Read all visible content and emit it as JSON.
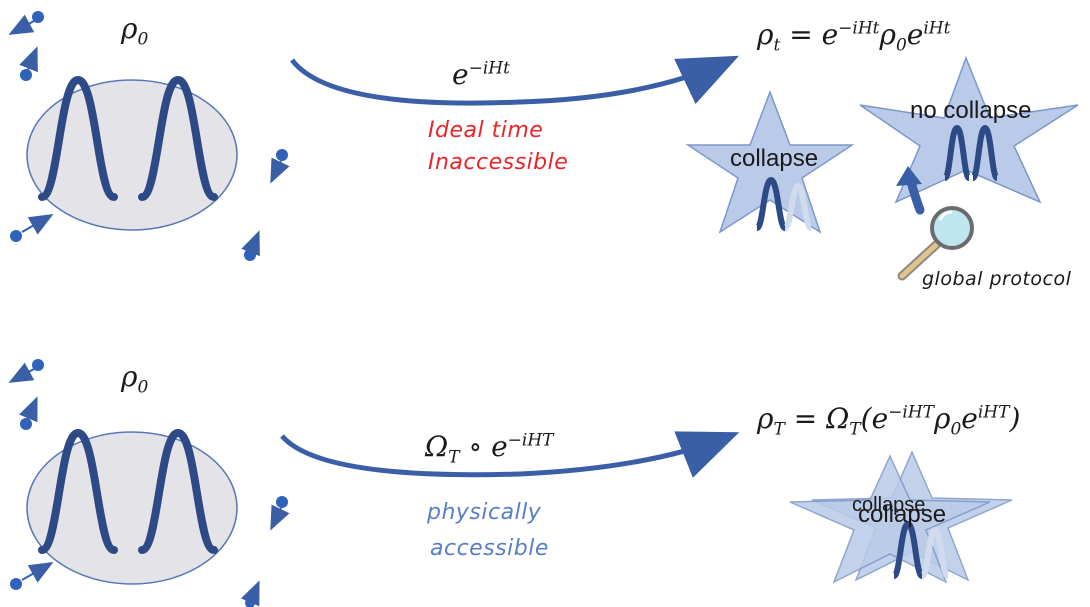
{
  "top": {
    "rho0": "ρ0",
    "operator": "e−iHt",
    "result": "ρt = e−iHt ρ0 eiHt",
    "note_line1": "Ideal time",
    "note_line2": "Inaccessible",
    "star_left_label": "collapse",
    "star_right_label": "no collapse",
    "protocol_label": "global protocol"
  },
  "bottom": {
    "rho0": "ρ0",
    "operator": "ΩT ∘ e−iHT",
    "result": "ρT = ΩT(e−iHT ρ0 eiHT)",
    "note_line1": "physically",
    "note_line2": "accessible",
    "star_label_1": "collapse",
    "star_label_2": "collapse"
  },
  "colors": {
    "wave": "#2e4a86",
    "arrow": "#3b5fa6",
    "blob_fill": "#e4e3e8",
    "blob_stroke": "#5a79b8",
    "star_fill": "#b9cbe8",
    "particles": "#2f62b8",
    "red_note": "#e8262a",
    "blue_note": "#5a7ec6"
  },
  "icons": [
    "magnifier-icon",
    "measurement-arrow-icon",
    "particle-icon"
  ]
}
